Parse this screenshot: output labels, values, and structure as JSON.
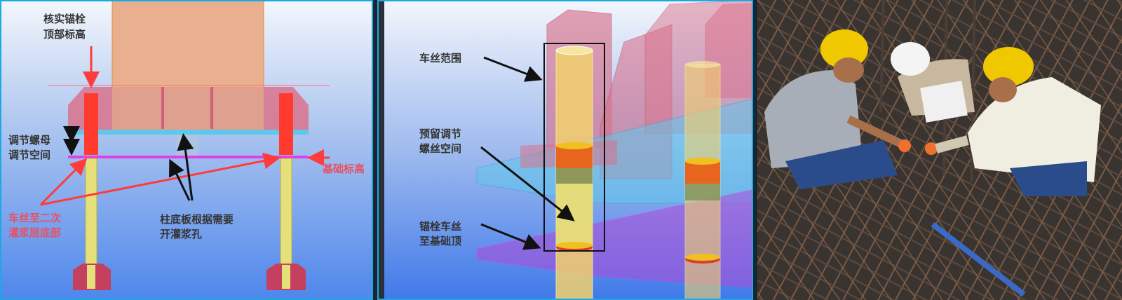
{
  "panel_left": {
    "labels": {
      "anchor_top_line1": "核实锚栓",
      "anchor_top_line2": "顶部标高",
      "nut_space_line1": "调节螺母",
      "nut_space_line2": "调节空间",
      "foundation_level": "基础标高",
      "thread_line1": "车丝至二次",
      "thread_line2": "灌浆层底部",
      "grout_hole_line1": "柱底板根据需要",
      "grout_hole_line2": "开灌浆孔"
    }
  },
  "panel_middle": {
    "labels": {
      "thread_range": "车丝范围",
      "reserve_line1": "预留调节",
      "reserve_line2": "螺丝空间",
      "anchor_line1": "锚栓车丝",
      "anchor_line2": "至基础顶"
    }
  },
  "colors": {
    "column": "#e9b08f",
    "plate": "#d9738c",
    "bolt": "#ff3b30",
    "rod": "#e6e07a",
    "cyan_plate": "#5fc8ea",
    "foundation_line": "#e040e8"
  }
}
